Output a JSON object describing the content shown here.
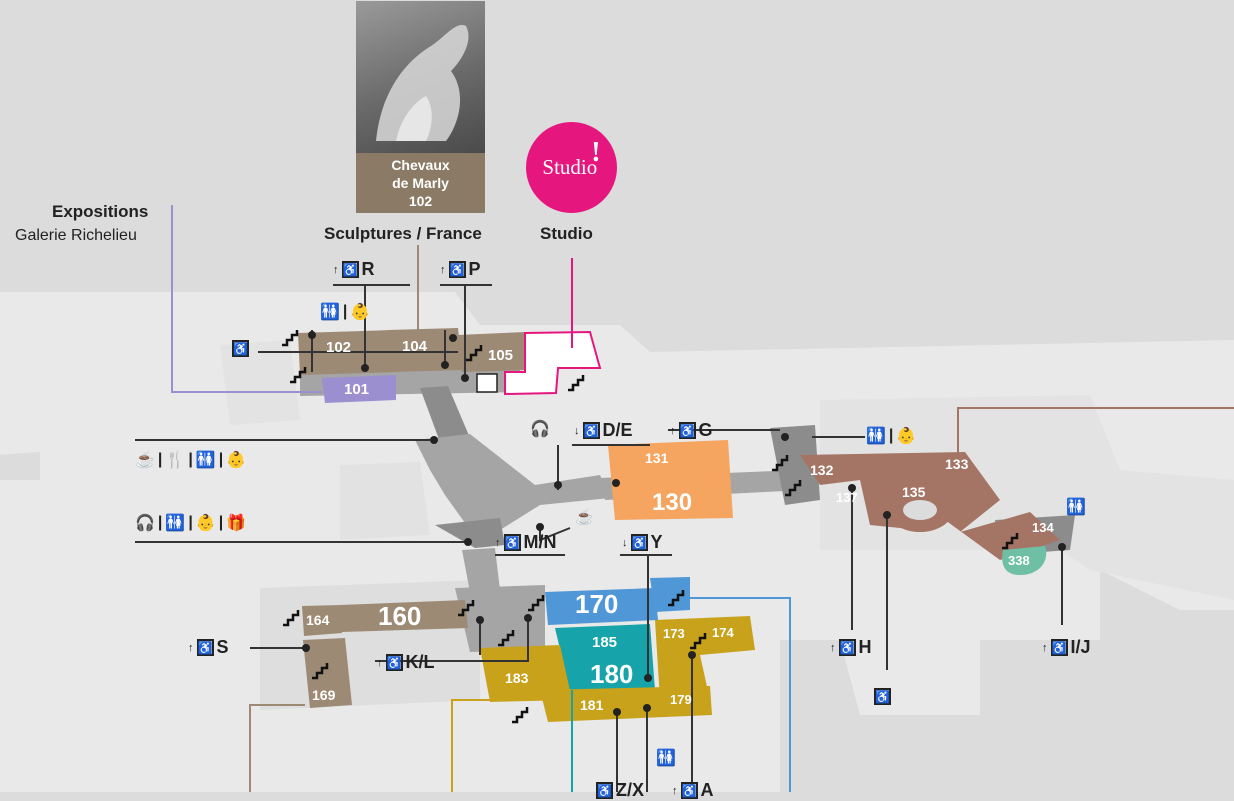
{
  "expositions": {
    "title": "Expositions",
    "subtitle": "Galerie Richelieu"
  },
  "featured_artwork": {
    "line1": "Chevaux",
    "line2": "de Marly",
    "room": "102"
  },
  "sections": {
    "sculptures": "Sculptures / France",
    "studio": "Studio"
  },
  "studio_logo": {
    "text": "Studio",
    "mark": "!"
  },
  "colors": {
    "sculptures": "#9c8a74",
    "expositions": "#9b8fd0",
    "studio": "#e5177f",
    "room_130": "#f5a55f",
    "room_132": "#a47565",
    "room_338": "#6fbfa5",
    "room_170": "#4f97d6",
    "room_180": "#17a3aa",
    "room_183": "#c8a21b",
    "corridor": "#9c9c9c"
  },
  "rooms": {
    "r101": "101",
    "r102": "102",
    "r104": "104",
    "r105": "105",
    "r130": "130",
    "r131": "131",
    "r132": "132",
    "r133": "133",
    "r134": "134",
    "r135": "135",
    "r137": "137",
    "r338": "338",
    "r160": "160",
    "r164": "164",
    "r169": "169",
    "r170": "170",
    "r173": "173",
    "r174": "174",
    "r179": "179",
    "r180": "180",
    "r181": "181",
    "r183": "183",
    "r185": "185"
  },
  "access_points": {
    "R": "R",
    "P": "P",
    "DE": "D/E",
    "G": "G",
    "MN": "M/N",
    "Y": "Y",
    "S": "S",
    "KL": "K/L",
    "H": "H",
    "IJ": "I/J",
    "ZX": "Z/X",
    "A": "A"
  },
  "icons": [
    "elevator-icon",
    "wheelchair-icon",
    "stairs-icon",
    "escalator-icon",
    "toilets-icon",
    "baby-change-icon",
    "cafe-icon",
    "restaurant-icon",
    "audioguide-icon",
    "shop-icon",
    "accessible-lift-icon"
  ]
}
